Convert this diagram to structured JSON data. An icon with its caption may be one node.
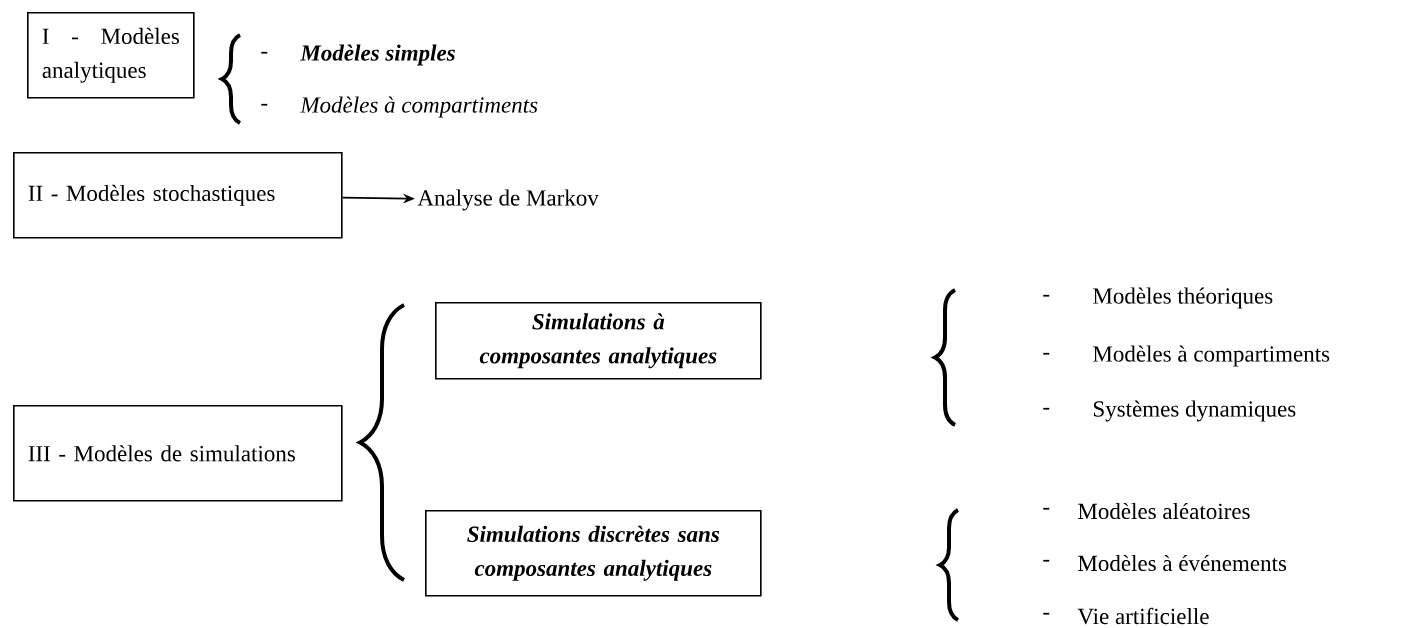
{
  "diagram": {
    "nodes": [
      {
        "text": [
          "I - Modèles analytiques"
        ]
      },
      {
        "text": [
          "II - Modèles stochastiques"
        ]
      },
      {
        "text": [
          "Analyse de Markov"
        ]
      },
      {
        "text": [
          "III - Modèles de simulations"
        ]
      },
      {
        "text": [
          "Simulations à composantes analytiques"
        ]
      },
      {
        "text": [
          "Simulations discrètes sans composantes analytiques"
        ]
      }
    ],
    "edges": [
      {
        "from": 1,
        "to": 2,
        "arrow": "to"
      }
    ],
    "labels": [
      "-",
      "Modèles simples",
      "-",
      "Modèles à compartiments",
      "-",
      "Modèles théoriques",
      "-",
      "Modèles à compartiments",
      "-",
      "Systèmes dynamiques",
      "-",
      "Modèles aléatoires",
      "-",
      "Modèles à événements",
      "-",
      "Vie artificielle"
    ]
  }
}
